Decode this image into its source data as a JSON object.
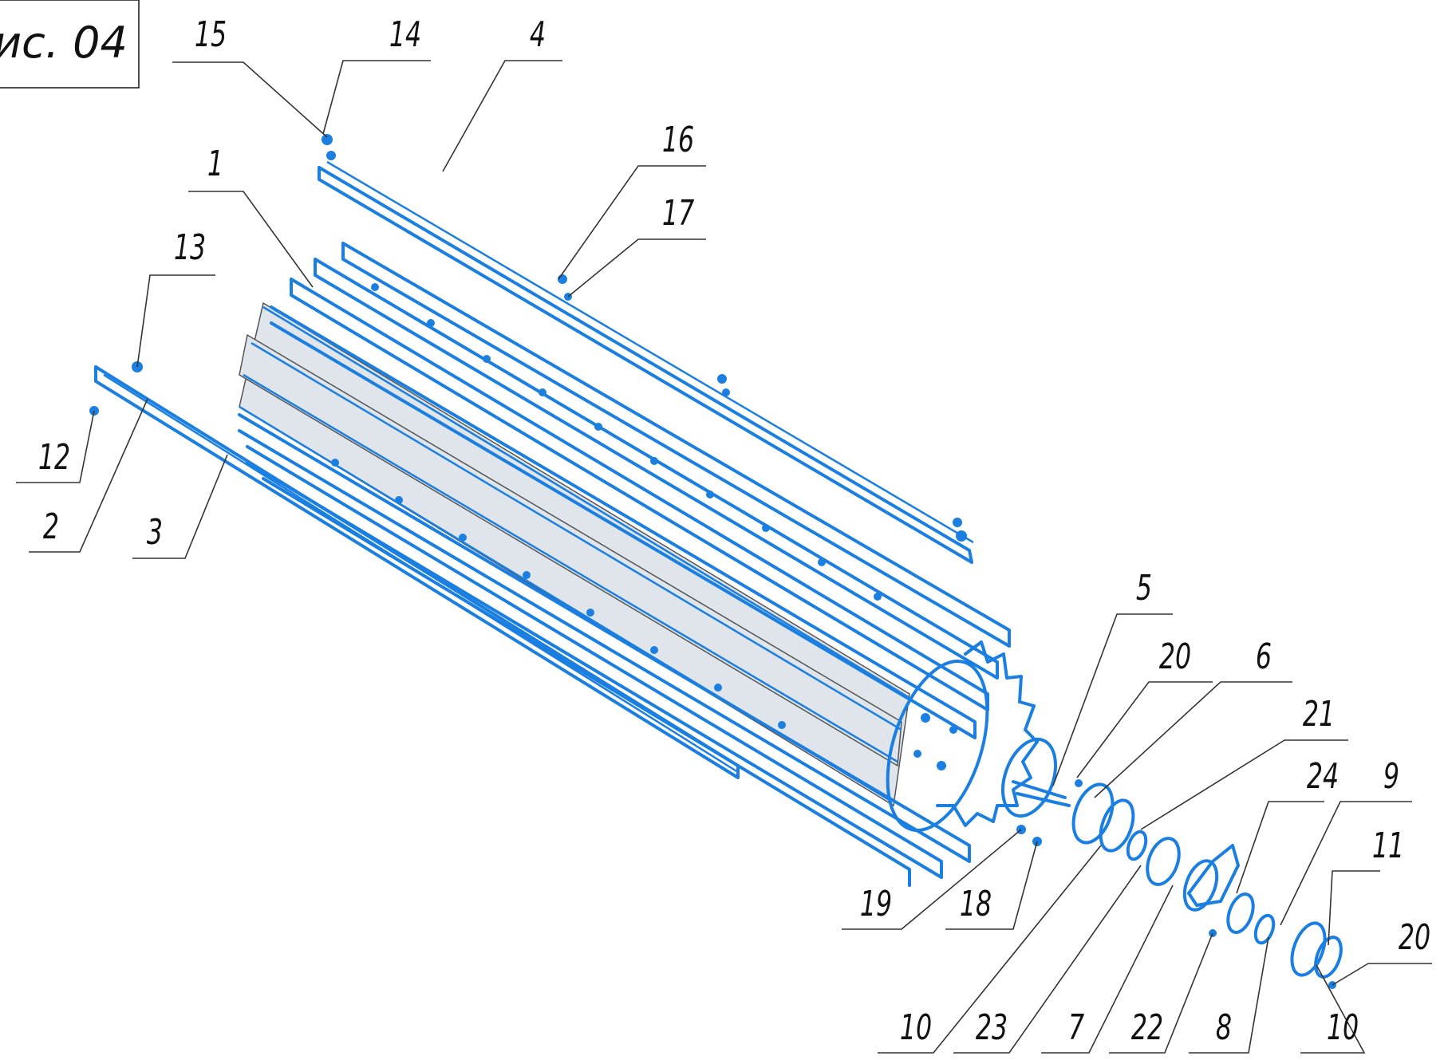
{
  "figure_title": "ис. 04",
  "colors": {
    "part": "#1a7fe0",
    "leader": "#333333"
  },
  "callouts": [
    {
      "id": "c15",
      "text": "15"
    },
    {
      "id": "c14",
      "text": "14"
    },
    {
      "id": "c4",
      "text": "4"
    },
    {
      "id": "c16",
      "text": "16"
    },
    {
      "id": "c17",
      "text": "17"
    },
    {
      "id": "c1",
      "text": "1"
    },
    {
      "id": "c13",
      "text": "13"
    },
    {
      "id": "c12",
      "text": "12"
    },
    {
      "id": "c2",
      "text": "2"
    },
    {
      "id": "c3",
      "text": "3"
    },
    {
      "id": "c5",
      "text": "5"
    },
    {
      "id": "c20a",
      "text": "20"
    },
    {
      "id": "c6",
      "text": "6"
    },
    {
      "id": "c21",
      "text": "21"
    },
    {
      "id": "c24",
      "text": "24"
    },
    {
      "id": "c9",
      "text": "9"
    },
    {
      "id": "c11",
      "text": "11"
    },
    {
      "id": "c20b",
      "text": "20"
    },
    {
      "id": "c19",
      "text": "19"
    },
    {
      "id": "c18",
      "text": "18"
    },
    {
      "id": "c10a",
      "text": "10"
    },
    {
      "id": "c23",
      "text": "23"
    },
    {
      "id": "c7",
      "text": "7"
    },
    {
      "id": "c22",
      "text": "22"
    },
    {
      "id": "c8",
      "text": "8"
    },
    {
      "id": "c10b",
      "text": "10"
    }
  ]
}
